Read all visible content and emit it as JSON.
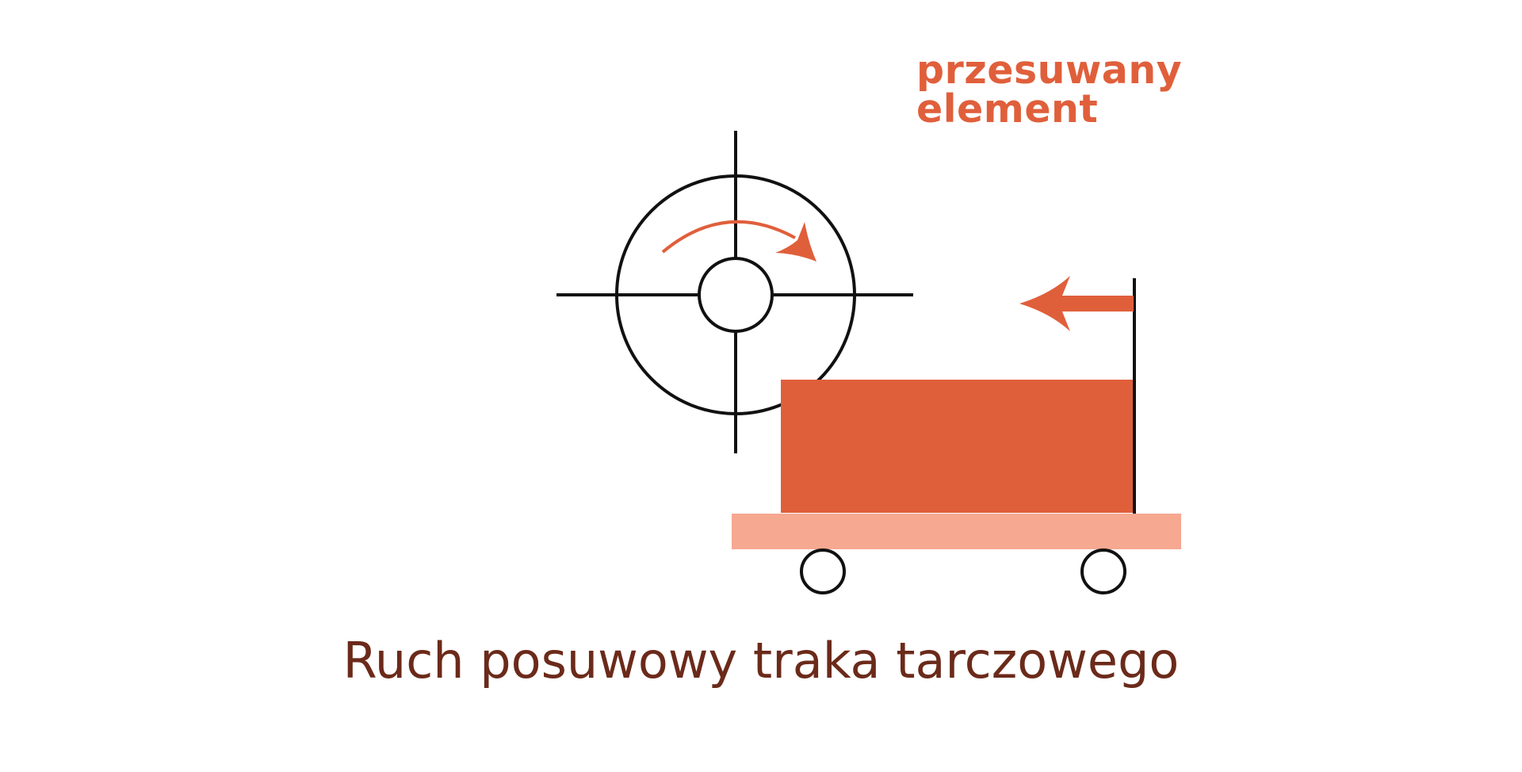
{
  "labels": {
    "moved_element_line1": "przesuwany",
    "moved_element_line2": "element",
    "caption": "Ruch posuwowy traka tarczowego"
  },
  "colors": {
    "accent": "#e05f3b",
    "cart_platform": "#f6a891",
    "caption_text": "#6b2a1a",
    "line": "#111111",
    "background": "#ffffff"
  },
  "icons": {
    "saw_disc": "saw-disc-icon",
    "rotation_arrow": "curved-arrow-right-icon",
    "feed_arrow": "arrow-left-icon",
    "wheel": "wheel-icon"
  }
}
